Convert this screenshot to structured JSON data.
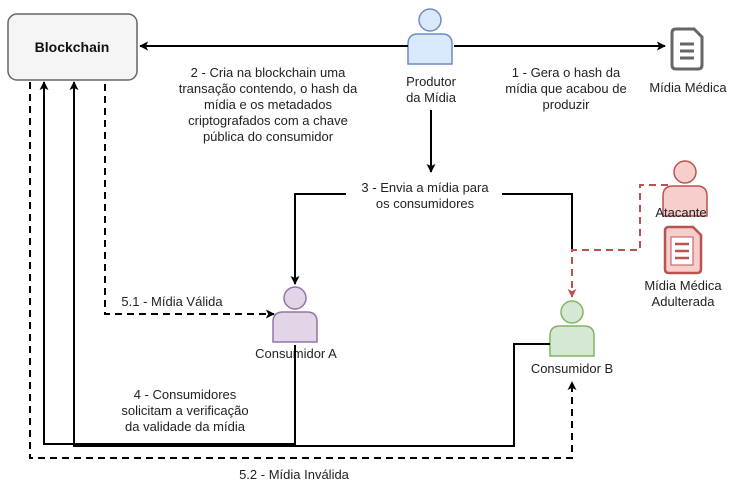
{
  "blockchain": {
    "label": "Blockchain"
  },
  "producer": {
    "label_lines": [
      "Produtor",
      "da Mídia"
    ]
  },
  "medical_media": {
    "label": "Mídia Médica"
  },
  "attacker": {
    "label": "Atacante"
  },
  "tampered_media": {
    "label_lines": [
      "Mídia Médica",
      "Adulterada"
    ]
  },
  "consumer_a": {
    "label": "Consumidor A"
  },
  "consumer_b": {
    "label": "Consumidor B"
  },
  "steps": {
    "step1": [
      "1 - Gera o hash da",
      "mídia que acabou de",
      "produzir"
    ],
    "step2": [
      "2 - Cria na blockchain uma",
      "transação contendo, o hash da",
      "mídia e os metadados",
      "criptografados com a chave",
      "pública do consumidor"
    ],
    "step3": [
      "3 - Envia a mídia para",
      "os consumidores"
    ],
    "step4": [
      "4 - Consumidores",
      "solicitam a verificação",
      "da validade da mídia"
    ],
    "step5_1": "5.1 - Mídia Válida",
    "step5_2": "5.2 - Mídia Inválida"
  },
  "colors": {
    "producer": "#dae8fc",
    "producer_stroke": "#6c8ebf",
    "consumer_a": "#e1d5e7",
    "consumer_a_stroke": "#9673a6",
    "consumer_b": "#d5e8d4",
    "consumer_b_stroke": "#82b366",
    "attacker": "#f8cecc",
    "attacker_stroke": "#b85450",
    "attack_arrow": "#b85450",
    "blockchain_fill": "#f5f5f5",
    "blockchain_stroke": "#666666",
    "doc_icon": "#666666",
    "tampered_doc": "#f8cecc"
  },
  "icons": {
    "producer": "person-icon",
    "consumer_a": "person-icon",
    "consumer_b": "person-icon",
    "attacker": "person-icon",
    "medical_media": "document-icon",
    "tampered_media": "document-icon"
  }
}
